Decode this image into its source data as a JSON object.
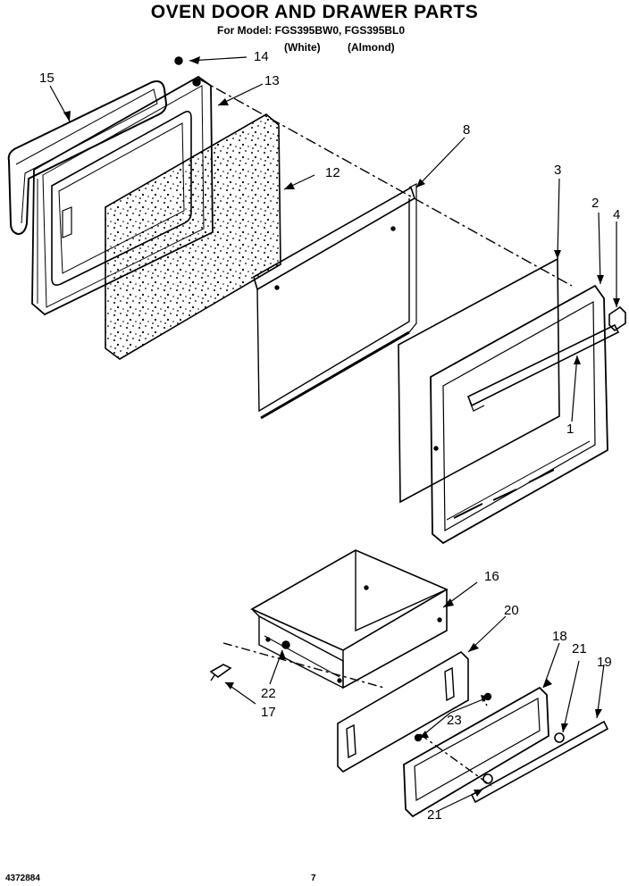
{
  "header": {
    "title": "OVEN DOOR AND DRAWER PARTS",
    "model_line": "For Model: FGS395BW0, FGS395BL0",
    "color_white": "(White)",
    "color_almond": "(Almond)"
  },
  "callouts": {
    "c1": "1",
    "c2": "2",
    "c3": "3",
    "c4": "4",
    "c8": "8",
    "c12": "12",
    "c13": "13",
    "c14": "14",
    "c15": "15",
    "c16": "16",
    "c17": "17",
    "c18": "18",
    "c19": "19",
    "c20": "20",
    "c21a": "21",
    "c21b": "21",
    "c22": "22",
    "c23": "23"
  },
  "footer": {
    "part_number": "4372884",
    "page_number": "7"
  }
}
